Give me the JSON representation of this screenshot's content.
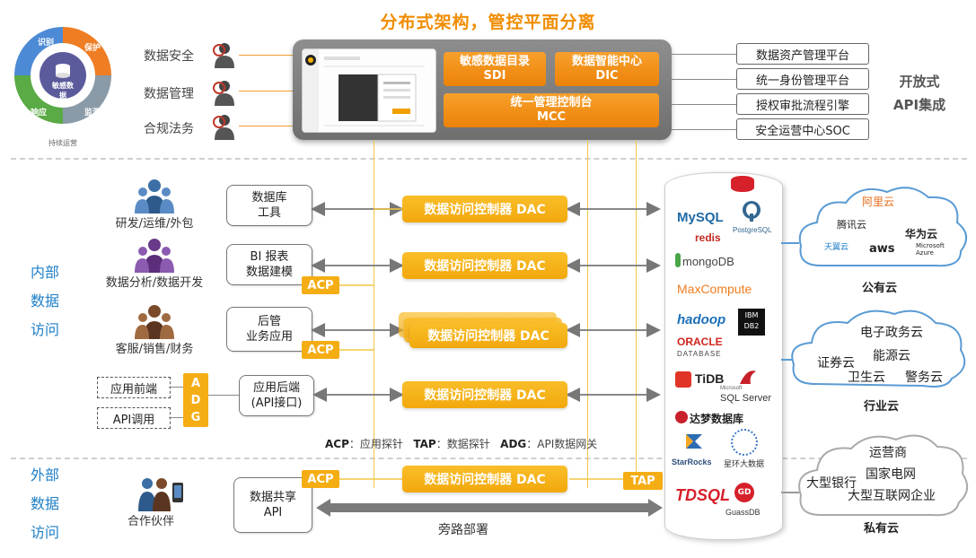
{
  "title": "分布式架构，管控平面分离",
  "ring": {
    "center": "敏感数据",
    "segments": [
      "识别",
      "保护",
      "监测",
      "响应"
    ],
    "bottom": "持续运营"
  },
  "governance": [
    "数据安全",
    "数据管理",
    "合规法务"
  ],
  "control_plane": {
    "sdi": [
      "敏感数据目录",
      "SDI"
    ],
    "dic": [
      "数据智能中心",
      "DIC"
    ],
    "mcc": [
      "统一管理控制台",
      "MCC"
    ]
  },
  "platforms": [
    "数据资产管理平台",
    "统一身份管理平台",
    "授权审批流程引擎",
    "安全运营中心SOC"
  ],
  "open_api": [
    "开放式",
    "API集成"
  ],
  "internal_label": [
    "内部",
    "数据",
    "访问"
  ],
  "external_label": [
    "外部",
    "数据",
    "访问"
  ],
  "roles": [
    {
      "label": "研发/运维/外包",
      "tool": [
        "数据库",
        "工具"
      ]
    },
    {
      "label": "数据分析/数据开发",
      "tool": [
        "BI 报表",
        "数据建模"
      ]
    },
    {
      "label": "客服/销售/财务",
      "tool": [
        "后管",
        "业务应用"
      ]
    }
  ],
  "app_frontend": "应用前端",
  "api_call": "API调用",
  "adg_letters": [
    "A",
    "D",
    "G"
  ],
  "app_backend": [
    "应用后端",
    "(API接口)"
  ],
  "dac_label": "数据访问控制器 DAC",
  "acp": "ACP",
  "tap": "TAP",
  "legend": {
    "acp": "ACP",
    "acp_desc": "：应用探针",
    "tap": "TAP",
    "tap_desc": "：数据探针",
    "adg": "ADG",
    "adg_desc": "：API数据网关"
  },
  "partner": {
    "label": "合作伙伴",
    "api": [
      "数据共享",
      "API"
    ]
  },
  "bypass": "旁路部署",
  "databases": {
    "mysql": "MySQL",
    "postgres": "PostgreSQL",
    "redis": "redis",
    "mongodb": "mongoDB",
    "maxcompute": "MaxCompute",
    "hadoop": "hadoop",
    "ibm": [
      "IBM",
      "DB2"
    ],
    "oracle": [
      "ORACLE",
      "DATABASE"
    ],
    "tidb": "TiDB",
    "sqlserver": [
      "Microsoft",
      "SQL Server"
    ],
    "dameng": "达梦数据库",
    "starrocks": "StarRocks",
    "xinghuan": "星环大数据",
    "tdsql": "TDSQL",
    "gaussdb": [
      "GD",
      "GuassDB"
    ]
  },
  "public_cloud": {
    "name": "公有云",
    "vendors": [
      "阿里云",
      "腾讯云",
      "华为云",
      "天翼云",
      "aws",
      "Microsoft Azure"
    ]
  },
  "industry_cloud": {
    "name": "行业云",
    "items": [
      "电子政务云",
      "证券云",
      "能源云",
      "卫生云",
      "警务云"
    ]
  },
  "private_cloud": {
    "name": "私有云",
    "items": [
      "运营商",
      "国家电网",
      "大型银行",
      "大型互联网企业"
    ]
  },
  "colors": {
    "orange": "#ec8208",
    "dac": "#f2a80c",
    "blue": "#1e7fc7"
  }
}
